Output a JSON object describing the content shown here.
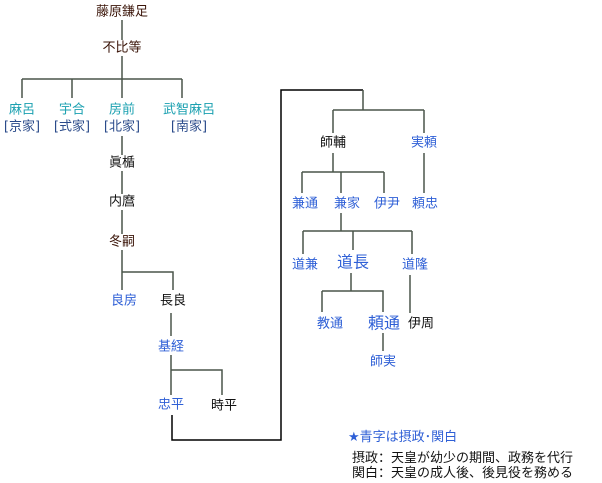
{
  "tree": {
    "kamatari": "藤原鎌足",
    "fuhito": "不比等",
    "maro": "麻呂",
    "maro_house": "[京家]",
    "umakai": "宇合",
    "umakai_house": "[式家]",
    "fusasaki": "房前",
    "fusasaki_house": "[北家]",
    "muchimaro": "武智麻呂",
    "muchimaro_house": "[南家]",
    "matate": "眞楯",
    "uchimaro": "内麿",
    "fuyutsugu": "冬嗣",
    "yoshifusa": "良房",
    "nagara": "長良",
    "mototsune": "基経",
    "tadahira": "忠平",
    "tokihira": "時平",
    "morosuke": "師輔",
    "saneyori": "実頼",
    "kanemichi": "兼通",
    "kaneie": "兼家",
    "koremasa": "伊尹",
    "yoritada": "頼忠",
    "michikane": "道兼",
    "michinaga": "道長",
    "michitaka": "道隆",
    "norimichi": "教通",
    "yorimichi": "頼通",
    "korechika": "伊周",
    "morozane": "師実"
  },
  "legend": {
    "note": "★青字は摂政･関白",
    "sessho": "摂政：天皇が幼少の期間、政務を代行",
    "kampaku": "関白：天皇の成人後、後見役を務める"
  },
  "colors": {
    "regent": "#2e5fd6",
    "branch": "#1aa0b0",
    "house": "#2a4a8a",
    "line": "#556655"
  }
}
